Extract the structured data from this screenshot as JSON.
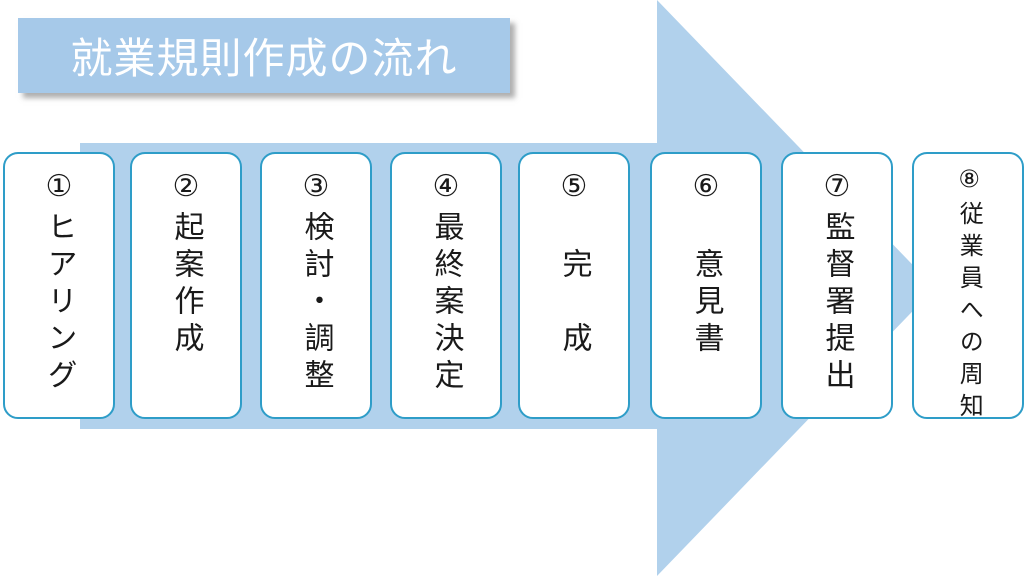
{
  "title": {
    "text": "就業規則作成の流れ"
  },
  "colors": {
    "title_fill": "#A6C9E9",
    "arrow_fill": "#B1D1EC",
    "box_border": "#2E9DC8",
    "box_fill": "#FFFFFF",
    "title_text": "#FFFFFF",
    "step_text": "#1A1A1A",
    "shadow": "#6E6E6E"
  },
  "steps": [
    {
      "number": "①",
      "label": "ヒアリング",
      "text": "①ヒアリング"
    },
    {
      "number": "②",
      "label": "起案作成",
      "text": "②起案作成"
    },
    {
      "number": "③",
      "label": "検討・調整",
      "text": "③検討・調整"
    },
    {
      "number": "④",
      "label": "最終案決定",
      "text": "④最終案決定"
    },
    {
      "number": "⑤",
      "label": "完成",
      "text": "⑤　完　成"
    },
    {
      "number": "⑥",
      "label": "意見書",
      "text": "⑥　意見書"
    },
    {
      "number": "⑦",
      "label": "監督署提出",
      "text": "⑦監督署提出"
    },
    {
      "number": "⑧",
      "label": "従業員への周知",
      "text": "⑧従業員への周知"
    }
  ]
}
